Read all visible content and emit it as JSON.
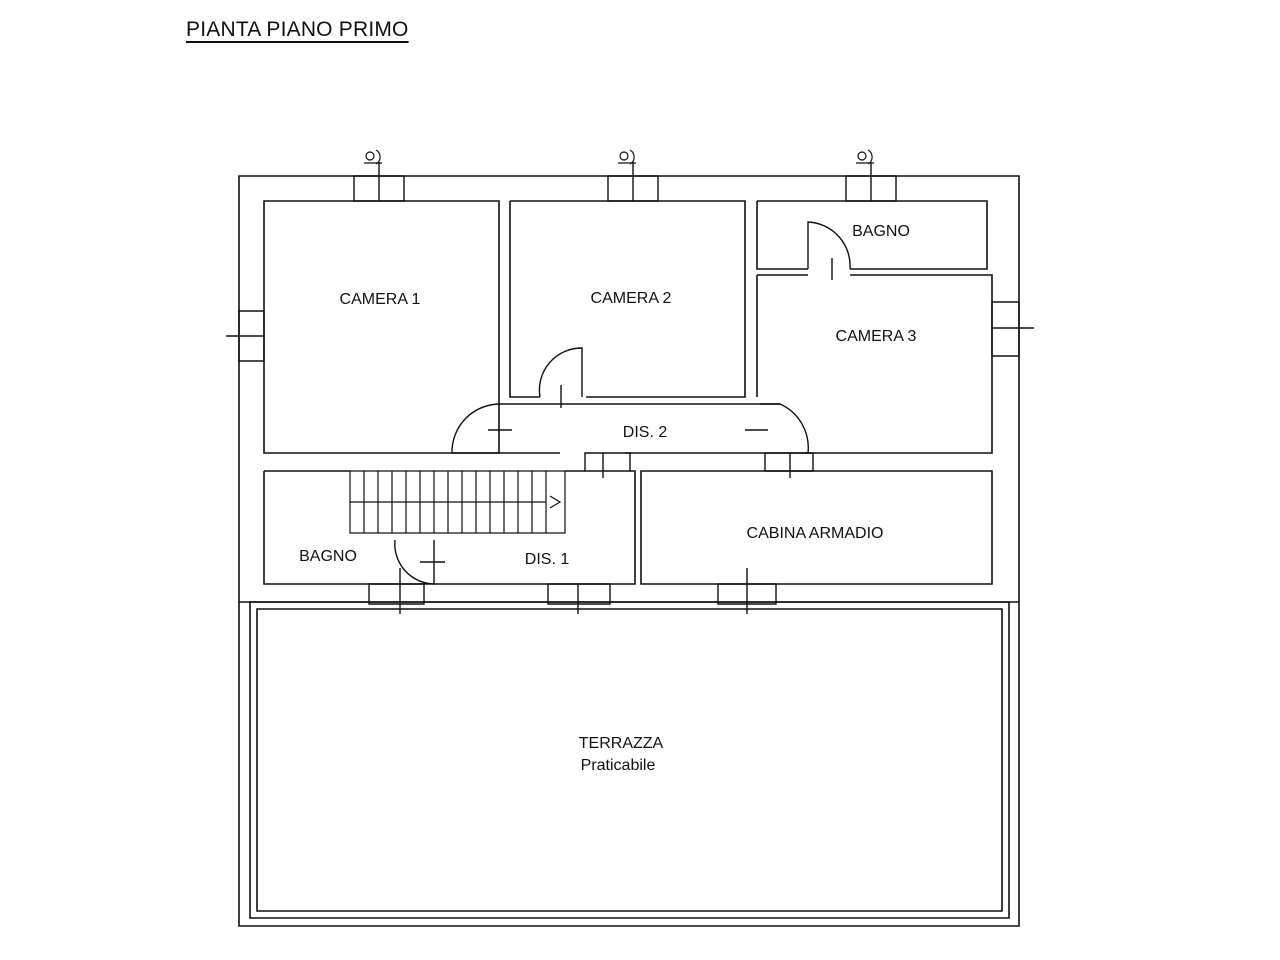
{
  "title": "PIANTA PIANO PRIMO",
  "rooms": {
    "camera1": "CAMERA 1",
    "camera2": "CAMERA 2",
    "camera3": "CAMERA 3",
    "bagno_top": "BAGNO",
    "dis2": "DIS. 2",
    "bagno_bottom": "BAGNO",
    "dis1": "DIS. 1",
    "cabina": "CABINA ARMADIO",
    "terrazza": "TERRAZZA",
    "terrazza_sub": "Praticabile"
  }
}
